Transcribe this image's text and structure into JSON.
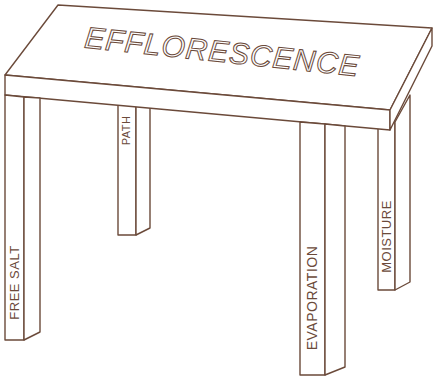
{
  "diagram": {
    "labels": [
      "EFFLORESCENCE",
      "FREE SALT",
      "PATH",
      "EVAPORATION",
      "MOISTURE"
    ]
  }
}
